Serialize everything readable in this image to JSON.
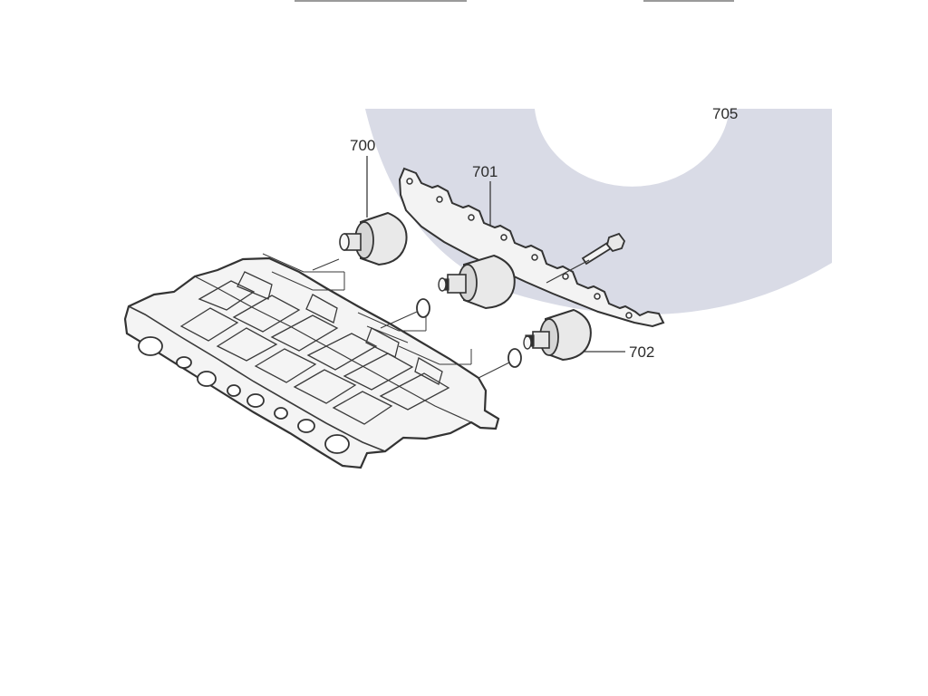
{
  "diagram": {
    "colors": {
      "watermark": "#d9dbe6",
      "line": "#333333",
      "part_fill": "#efefef",
      "part_shadow": "#c9c9c9",
      "background": "#ffffff"
    },
    "callouts": {
      "c700": "700",
      "c701": "701",
      "c702": "702",
      "c705": "705"
    },
    "parts": [
      {
        "id": "700",
        "kind": "solenoid-valve"
      },
      {
        "id": "701",
        "kind": "solenoid-valve"
      },
      {
        "id": "702",
        "kind": "solenoid-valve"
      },
      {
        "id": "705",
        "kind": "retaining-bracket"
      }
    ]
  }
}
